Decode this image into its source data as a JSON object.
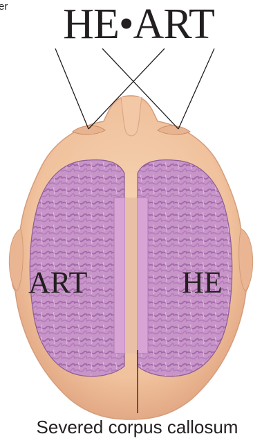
{
  "corner_text": "er",
  "headline": {
    "left_word": "HE",
    "separator": "•",
    "right_word": "ART"
  },
  "left_hemisphere_label": "ART",
  "right_hemisphere_label": "HE",
  "caption": "Severed corpus callosum",
  "colors": {
    "skin": "#f3caa6",
    "skin_shadow": "#e4a987",
    "brain": "#c796c9",
    "brain_fold": "#a66fac",
    "callosum": "#d8a6d6",
    "ink": "#231f20"
  }
}
